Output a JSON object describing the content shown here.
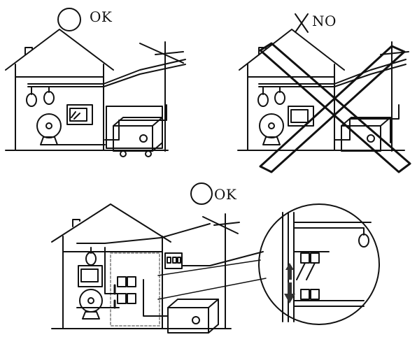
{
  "panels": {
    "top_left": {
      "verdict": "OK",
      "symbol": "circle"
    },
    "top_right": {
      "verdict": "NO",
      "symbol": "x-mark"
    },
    "bottom": {
      "verdict": "OK",
      "symbol": "circle"
    }
  },
  "colors": {
    "ink": "#111111",
    "highlight_box": "#cfcfcf",
    "background": "#ffffff"
  }
}
